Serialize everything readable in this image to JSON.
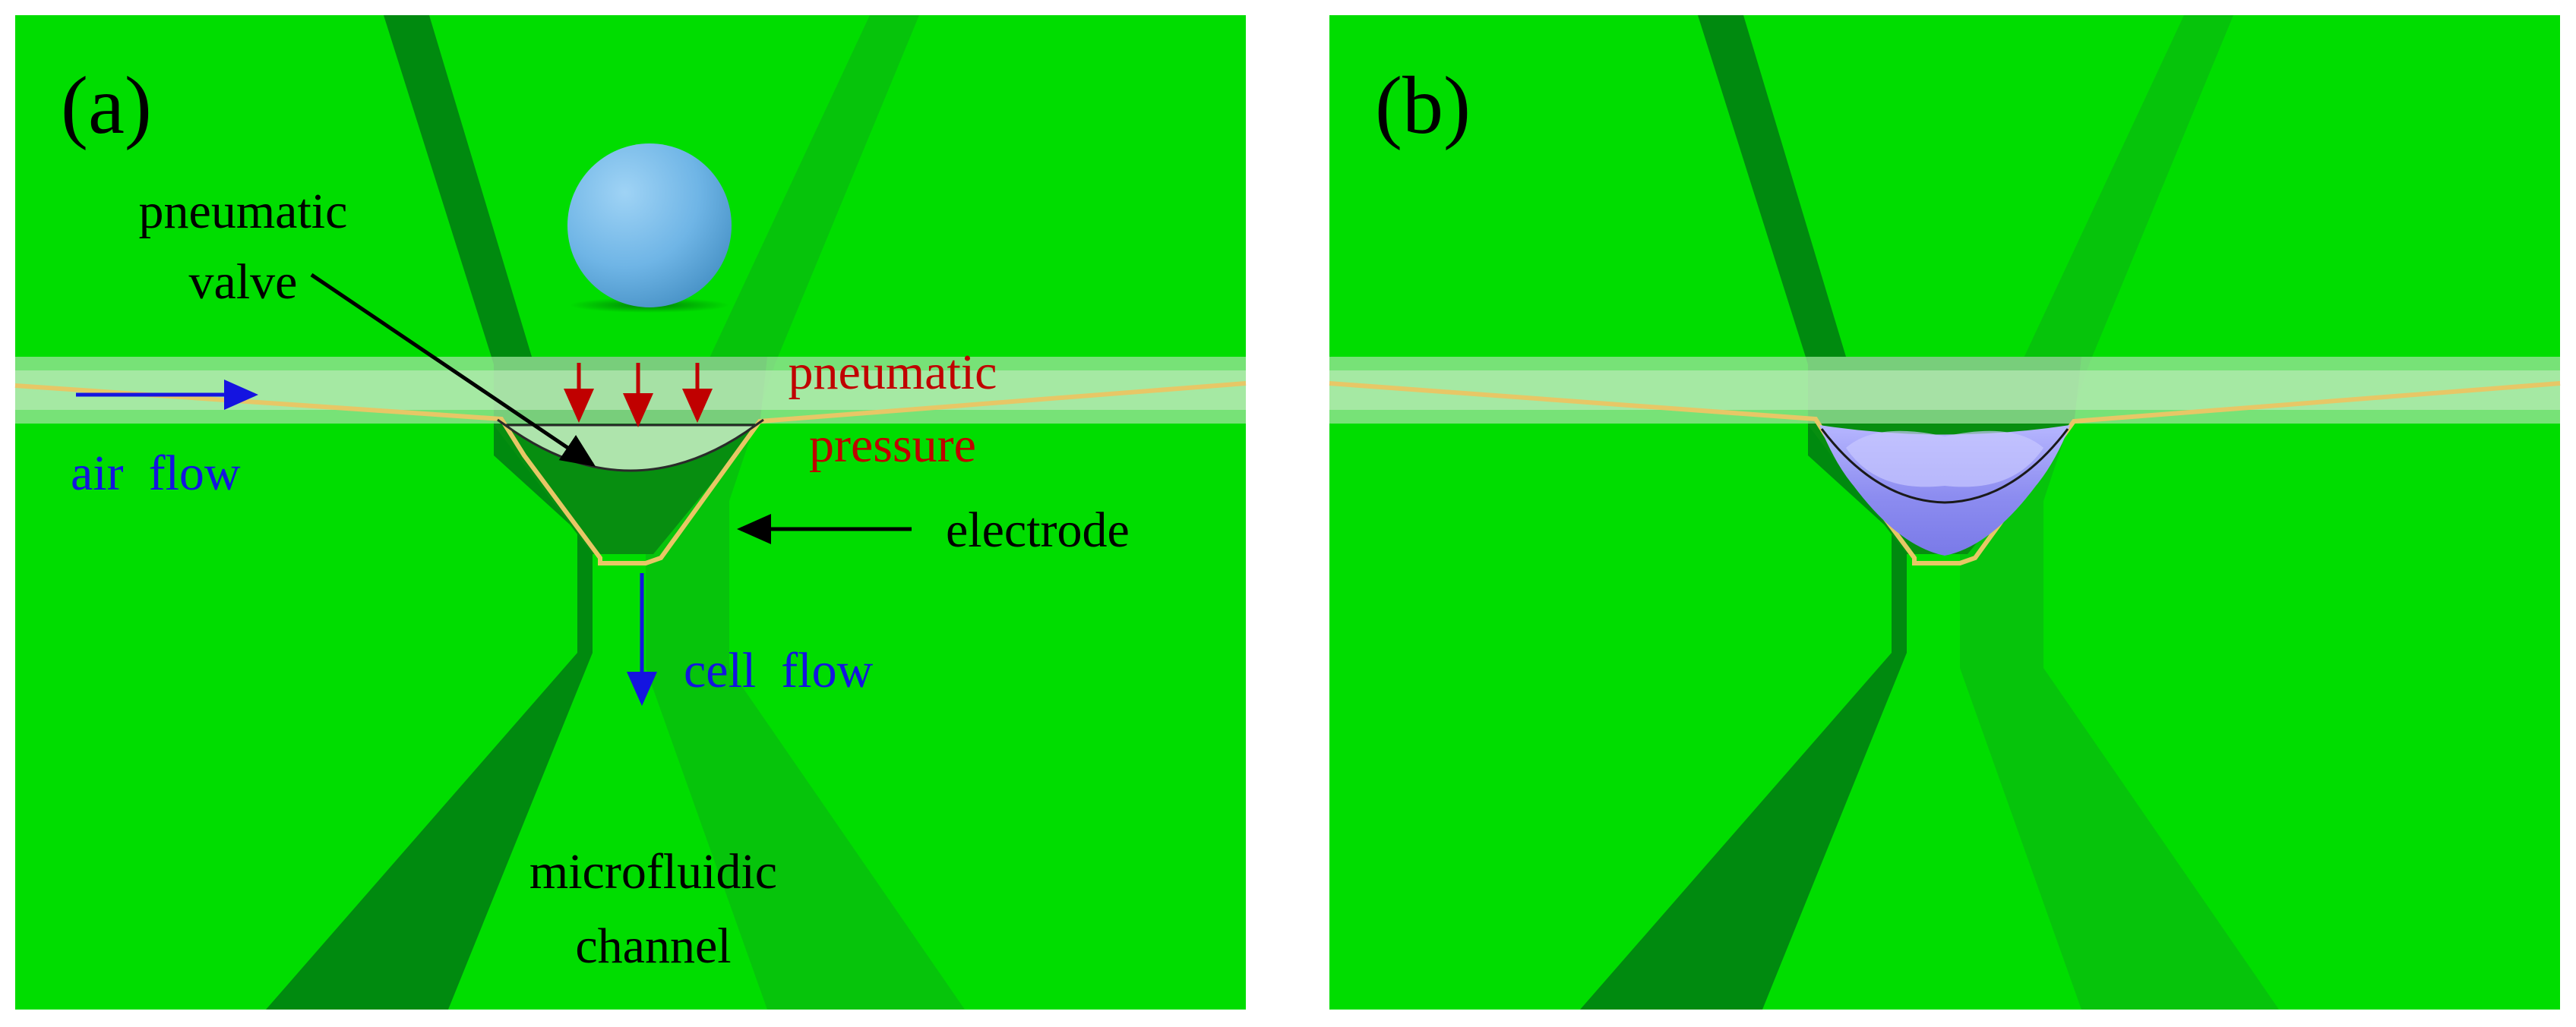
{
  "panels": {
    "a": {
      "label": "(a)",
      "labels": {
        "pneumatic_valve_line1": "pneumatic",
        "pneumatic_valve_line2": "valve",
        "pneumatic_pressure_line1": "pneumatic",
        "pneumatic_pressure_line2": "pressure",
        "air_flow": "air  flow",
        "electrode": "electrode",
        "cell_flow": "cell  flow",
        "microfluidic_line1": "microfluidic",
        "microfluidic_line2": "channel"
      }
    },
    "b": {
      "label": "(b)"
    }
  },
  "colors": {
    "background": "#00dd00",
    "channel": "#008a0f",
    "channel_light": "#06c40b",
    "membrane_band": "#9fe39f",
    "electrode": "#e7c766",
    "cell": "#6fb5e6",
    "valve_closed": "#8c8cf0",
    "arrow_blue": "#1414e0",
    "arrow_red": "#c00000",
    "text_black": "#000000",
    "text_red": "#c00000",
    "text_blue": "#1414e0"
  },
  "icons": {
    "cell": "sphere",
    "arrows": "arrow"
  }
}
